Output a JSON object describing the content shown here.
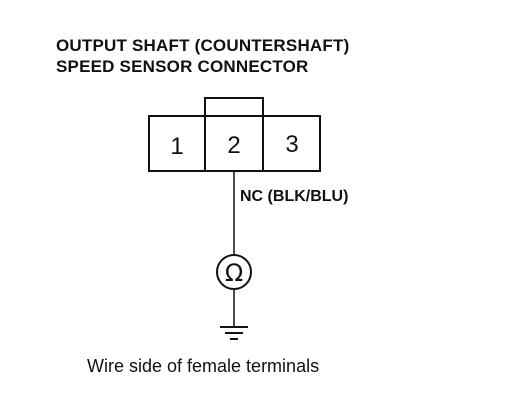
{
  "title": {
    "line1": "OUTPUT SHAFT (COUNTERSHAFT)",
    "line2": "SPEED SENSOR CONNECTOR"
  },
  "connector": {
    "pins": [
      "1",
      "2",
      "3"
    ]
  },
  "wire": {
    "label": "NC (BLK/BLU)"
  },
  "meter": {
    "symbol": "Ω",
    "icon": "ohmmeter-icon"
  },
  "ground": {
    "icon": "ground-icon"
  },
  "caption": "Wire side of female terminals"
}
